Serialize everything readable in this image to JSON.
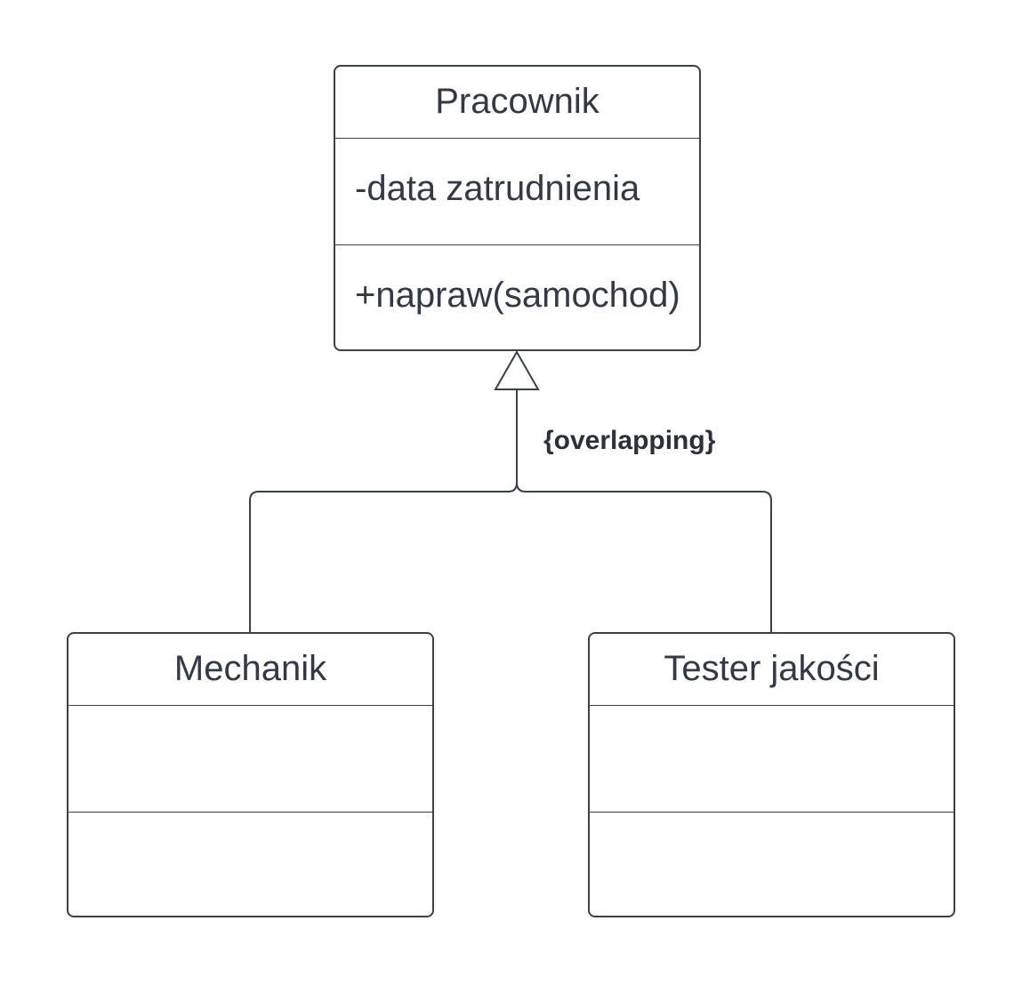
{
  "diagram": {
    "classes": {
      "superclass": {
        "name": "Pracownik",
        "attributes": [
          "-data zatrudnienia"
        ],
        "methods": [
          "+napraw(samochod)"
        ]
      },
      "mechanik": {
        "name": "Mechanik",
        "attributes": [],
        "methods": []
      },
      "tester": {
        "name": "Tester jakości",
        "attributes": [],
        "methods": []
      }
    },
    "generalization": {
      "constraint": "{overlapping}",
      "parent": "Pracownik",
      "children": [
        "Mechanik",
        "Tester jakości"
      ]
    }
  },
  "colors": {
    "line": "#3a3f4b",
    "text": "#333a45",
    "background": "#ffffff"
  }
}
